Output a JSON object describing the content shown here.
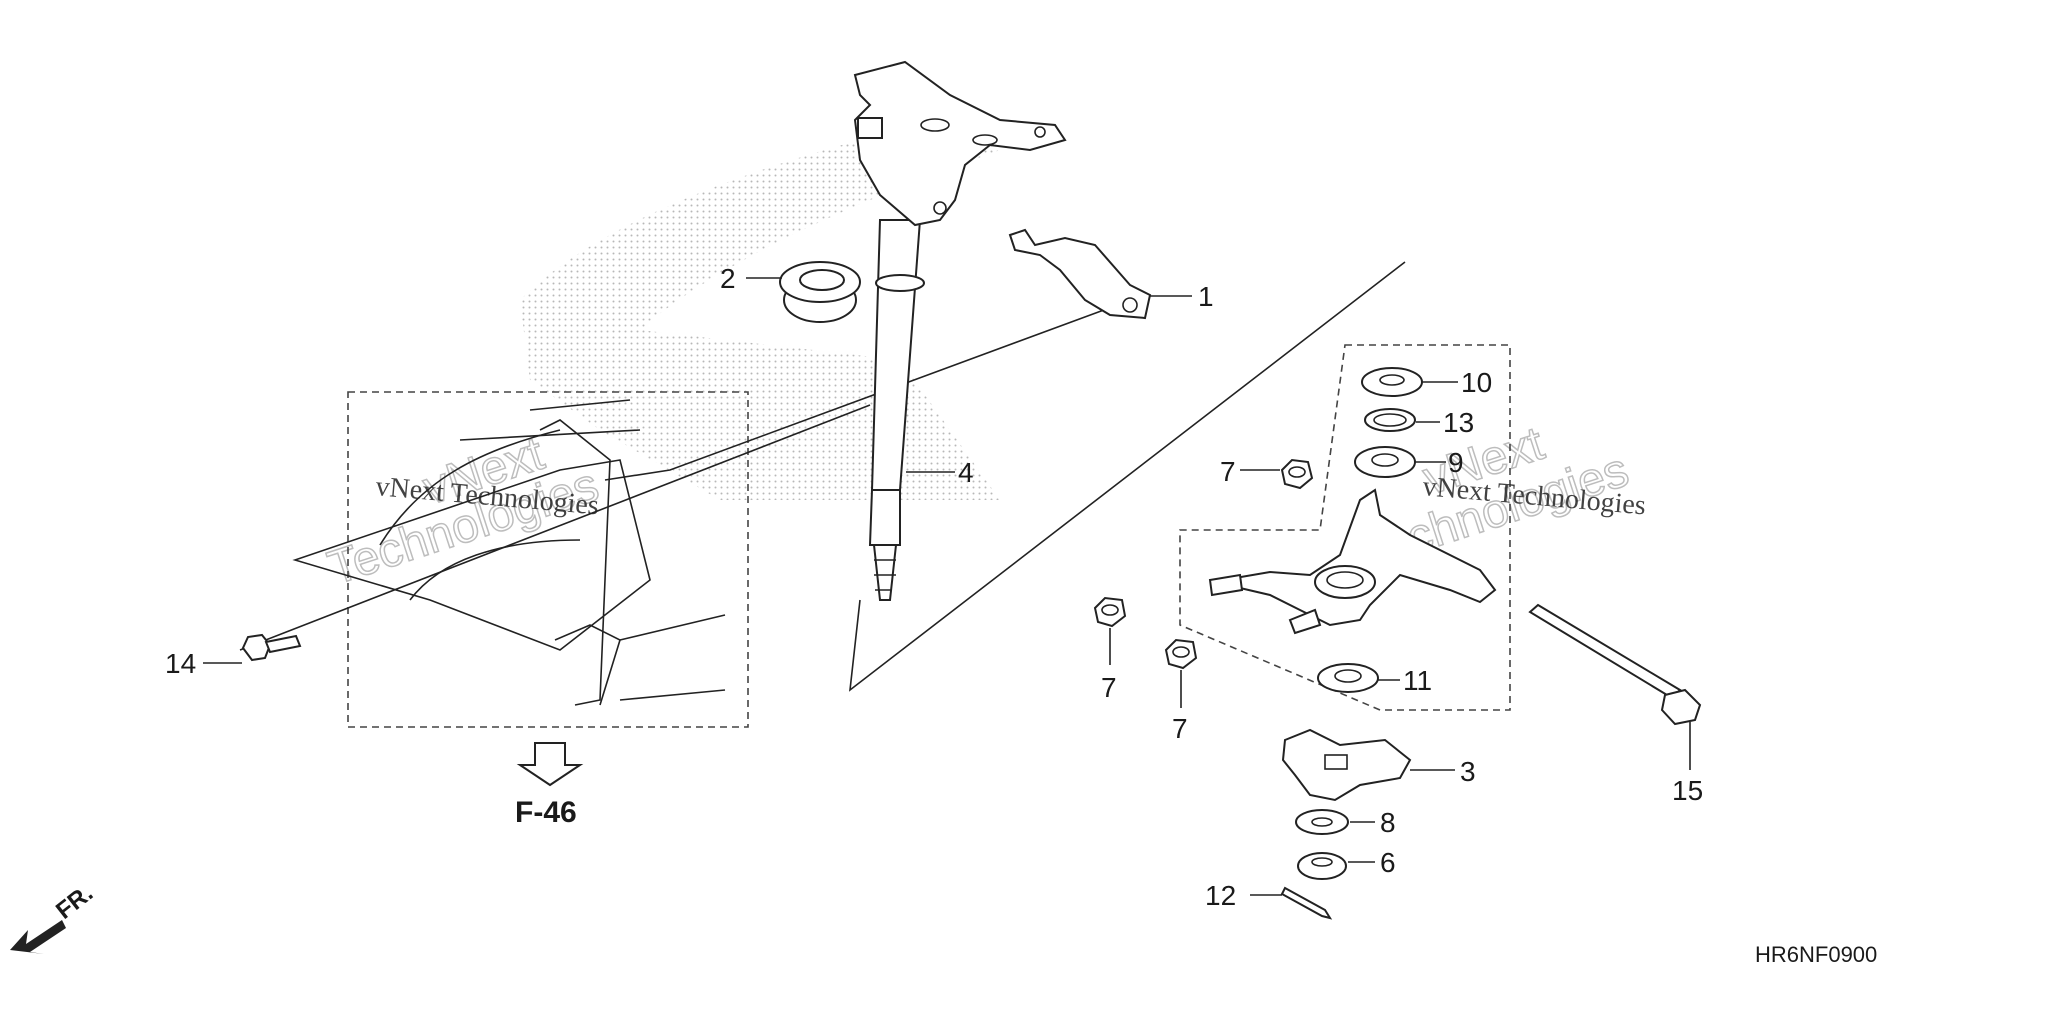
{
  "callouts": {
    "c1": "1",
    "c2": "2",
    "c3": "3",
    "c4": "4",
    "c6": "6",
    "c7a": "7",
    "c7b": "7",
    "c7c": "7",
    "c8": "8",
    "c9": "9",
    "c10": "10",
    "c11": "11",
    "c12": "12",
    "c13": "13",
    "c14": "14",
    "c15": "15"
  },
  "reference": {
    "label": "F-46"
  },
  "direction": {
    "label": "FR."
  },
  "diagram_code": "HR6NF0900",
  "watermarks": {
    "left_serif": "vNext Technologies",
    "right_serif": "vNext Technologies",
    "left_outline_1": "vNext",
    "left_outline_2": "Technologies",
    "right_outline_1": "vNext",
    "right_outline_2": "Technologies"
  }
}
